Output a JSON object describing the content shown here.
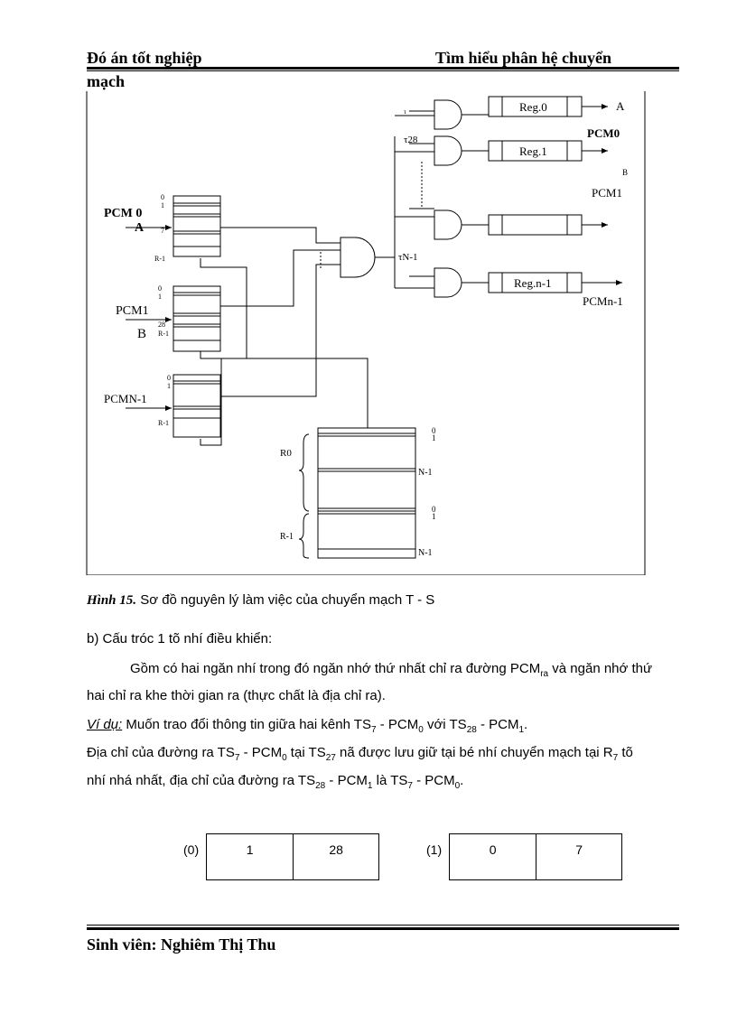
{
  "header": {
    "left": "Đó án tốt nghiệp",
    "right": "Tìm hiểu phân hệ chuyển",
    "cont": "mạch"
  },
  "figure": {
    "regs": [
      "Reg.0",
      "Reg.1",
      "",
      "Reg.n-1"
    ],
    "out_labels": [
      "A",
      "PCM0",
      "B",
      "PCM1",
      "PCMn-1"
    ],
    "tau_labels": [
      "τ",
      "τ28",
      "τN-1"
    ],
    "inputs": [
      "PCM 0",
      "A",
      "PCM1",
      "B",
      "PCMN-1"
    ],
    "buf_labels": [
      "0",
      "1",
      "7",
      "R-1",
      "0",
      "1",
      "28",
      "R-1",
      "0",
      "1",
      "R-1"
    ],
    "ctrl_labels": [
      "0",
      "1",
      "N-1",
      "0",
      "1",
      "N-1",
      "R0",
      "R-1"
    ]
  },
  "caption": {
    "num": "Hình 15.",
    "text": " Sơ đồ nguyên lý làm việc của chuyển mạch T - S"
  },
  "section_b": "b) Cấu tróc 1 tõ nhí điều khiển:",
  "para1_a": "Gồm có hai ngăn nhí trong đó ngăn nhớ thứ nhất chỉ ra đường PCM",
  "para1_sub": "ra",
  "para1_b": " và ngăn nhớ thứ",
  "para1_line2": "hai chỉ ra khe thời gian ra (thực chất là địa chỉ ra).",
  "example": {
    "label": "Ví dụ:",
    "t1": " Muốn trao đổi thông tin giữa hai kênh TS",
    "s1": "7",
    "t2": " - PCM",
    "s2": "0",
    "t3": " với TS",
    "s3": "28",
    "t4": " - PCM",
    "s4": "1",
    "t5": "."
  },
  "para3": {
    "t1": "Địa chỉ của đường ra TS",
    "s1": "7",
    "t2": "  - PCM",
    "s2": "0",
    "t3": " tại TS",
    "s3": "27",
    "t4": " nã được lưu giữ tại bé nhí  chuyển mạch tại R",
    "s4": "7",
    "t5": " tõ",
    "l2a": "nhí nhá nhất, địa chỉ của đường ra TS",
    "l2s1": "28",
    "l2b": " - PCM",
    "l2s2": "1",
    "l2c": " là TS",
    "l2s3": "7",
    "l2d": " - PCM",
    "l2s4": "0",
    "l2e": "."
  },
  "memory": [
    {
      "label": "(0)",
      "cells": [
        "1",
        "28"
      ]
    },
    {
      "label": "(1)",
      "cells": [
        "0",
        "7"
      ]
    }
  ],
  "footer": "Sinh viên: Nghiêm  Thị  Thu"
}
